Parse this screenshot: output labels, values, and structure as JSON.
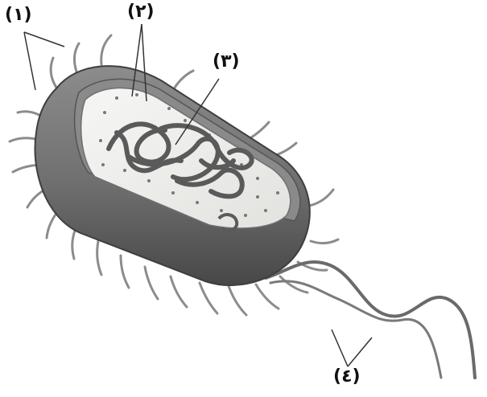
{
  "labels": [
    {
      "id": "1",
      "text": "(١)"
    },
    {
      "id": "2",
      "text": "(٢)"
    },
    {
      "id": "3",
      "text": "(٣)"
    },
    {
      "id": "4",
      "text": "(٤)"
    }
  ],
  "colors": {
    "outer_wall": "#6f6f6f",
    "outer_wall_dark": "#4e4e4e",
    "membrane_band": "#8a8a8a",
    "cytoplasm": "#efefec",
    "ribosome_dots": "#777777",
    "nucleoid": "#5a5a5a",
    "pili": "#8c8c8c",
    "flagellum": "#6a6a6a",
    "leader_lines": "#333333"
  }
}
